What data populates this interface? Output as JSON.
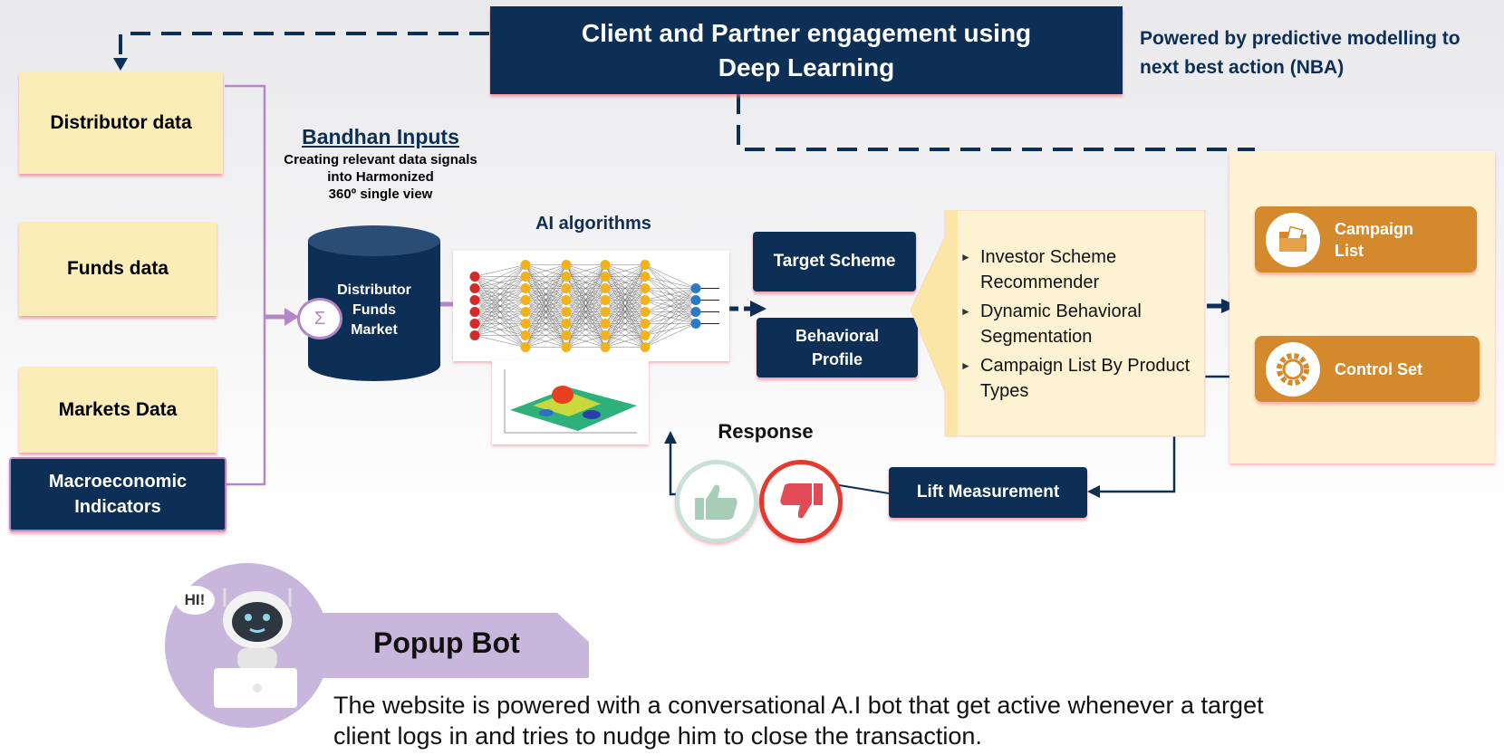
{
  "header": {
    "title_line1": "Client and Partner engagement using",
    "title_line2": "Deep Learning",
    "powered_line1": "Powered by predictive modelling to",
    "powered_line2": "next best action (NBA)"
  },
  "sources": {
    "distributor": "Distributor data",
    "funds": "Funds data",
    "markets": "Markets Data",
    "macro_line1": "Macroeconomic",
    "macro_line2": "Indicators"
  },
  "inputs": {
    "title": "Bandhan Inputs",
    "sub1": "Creating relevant data signals",
    "sub2": "into Harmonized",
    "sub3": "360º single view",
    "db_line1": "Distributor",
    "db_line2": "Funds",
    "db_line3": "Market",
    "sigma": "Σ"
  },
  "ai": {
    "title": "AI algorithms"
  },
  "outputs": {
    "target_scheme": "Target Scheme",
    "behavioral_line1": "Behavioral",
    "behavioral_line2": "Profile",
    "bullets": [
      "Investor Scheme Recommender",
      "Dynamic Behavioral Segmentation",
      "Campaign List By Product Types"
    ]
  },
  "actions": {
    "campaign_line1": "Campaign",
    "campaign_line2": "List",
    "control_set": "Control Set"
  },
  "feedback": {
    "response": "Response",
    "lift": "Lift Measurement"
  },
  "bot": {
    "hi": "HI!",
    "title": "Popup Bot",
    "desc_line1": "The website is powered with a conversational A.I bot that get active whenever a target",
    "desc_line2": "client logs in and tries to nudge him to close the transaction."
  },
  "colors": {
    "navy": "#0d2f55",
    "yellow": "#fbedb7",
    "orange": "#d48a2c",
    "purple": "#b387c6",
    "bot_lavender": "#c9b6dc"
  }
}
